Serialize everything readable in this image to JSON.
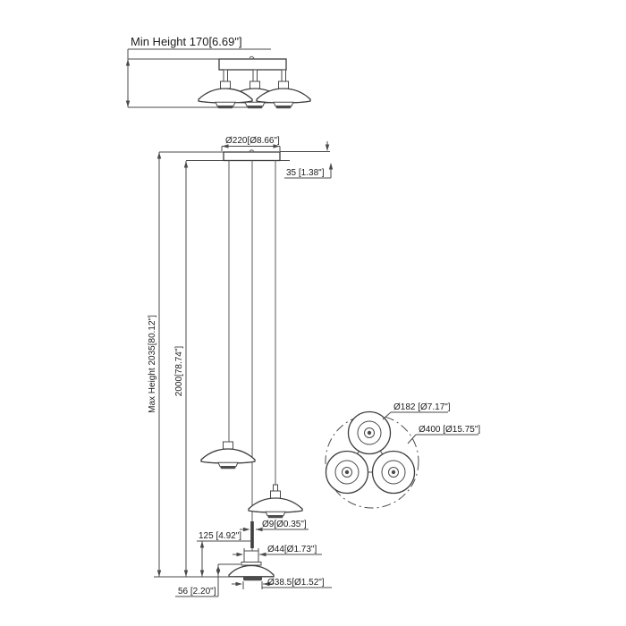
{
  "drawing": {
    "title": "pendant-light-dimension-drawing",
    "colors": {
      "background": "#ffffff",
      "line": "#4a4a4a",
      "text": "#1c1c1c"
    },
    "views": {
      "min_height_view": {
        "label": "Min Height 170[6.69\"]"
      },
      "front_view": {
        "canopy_diameter": "Ø220[Ø8.66\"]",
        "canopy_height": "35 [1.38\"]",
        "max_height": "Max Height 2035[80.12\"]",
        "cord_length": "2000[78.74\"]",
        "lower_assembly_height": "125 [4.92\"]",
        "cable_diameter": "Ø9[Ø0.35\"]",
        "holder_diameter": "Ø44[Ø1.73\"]",
        "diffuser_diameter": "Ø38.5[Ø1.52\"]",
        "shade_height": "56 [2.20\"]"
      },
      "top_view": {
        "shade_diameter": "Ø182 [Ø7.17\"]",
        "footprint_diameter": "Ø400 [Ø15.75\"]"
      }
    }
  }
}
